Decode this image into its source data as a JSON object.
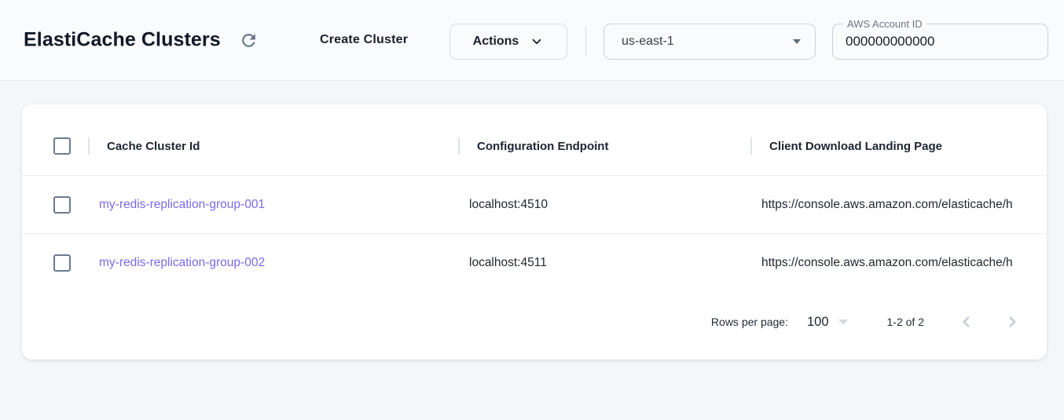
{
  "header": {
    "title": "ElastiCache Clusters",
    "create_cluster_label": "Create Cluster",
    "actions_label": "Actions",
    "region": "us-east-1",
    "account_id_label": "AWS Account ID",
    "account_id_value": "000000000000"
  },
  "table": {
    "columns": {
      "cache_cluster_id": "Cache Cluster Id",
      "configuration_endpoint": "Configuration Endpoint",
      "client_download_landing_page": "Client Download Landing Page"
    },
    "rows": [
      {
        "cache_cluster_id": "my-redis-replication-group-001",
        "configuration_endpoint": "localhost:4510",
        "client_download_landing_page": "https://console.aws.amazon.com/elasticache/h"
      },
      {
        "cache_cluster_id": "my-redis-replication-group-002",
        "configuration_endpoint": "localhost:4511",
        "client_download_landing_page": "https://console.aws.amazon.com/elasticache/h"
      }
    ]
  },
  "pagination": {
    "rows_per_page_label": "Rows per page:",
    "rows_per_page_value": "100",
    "range": "1-2 of 2"
  },
  "icons": {
    "refresh": "circular-arrow-clockwise",
    "actions_chevron": "chevron-down",
    "region_caret": "caret-down",
    "rows_per_page_caret": "caret-down",
    "prev_page": "chevron-left",
    "next_page": "chevron-right"
  },
  "colors": {
    "link": "#7a6aeb",
    "icon_slate": "#64748b",
    "page_background": "#f5f6f8",
    "header_background": "#fafbfc",
    "card_background": "#ffffff",
    "row_border": "#eceff2"
  }
}
